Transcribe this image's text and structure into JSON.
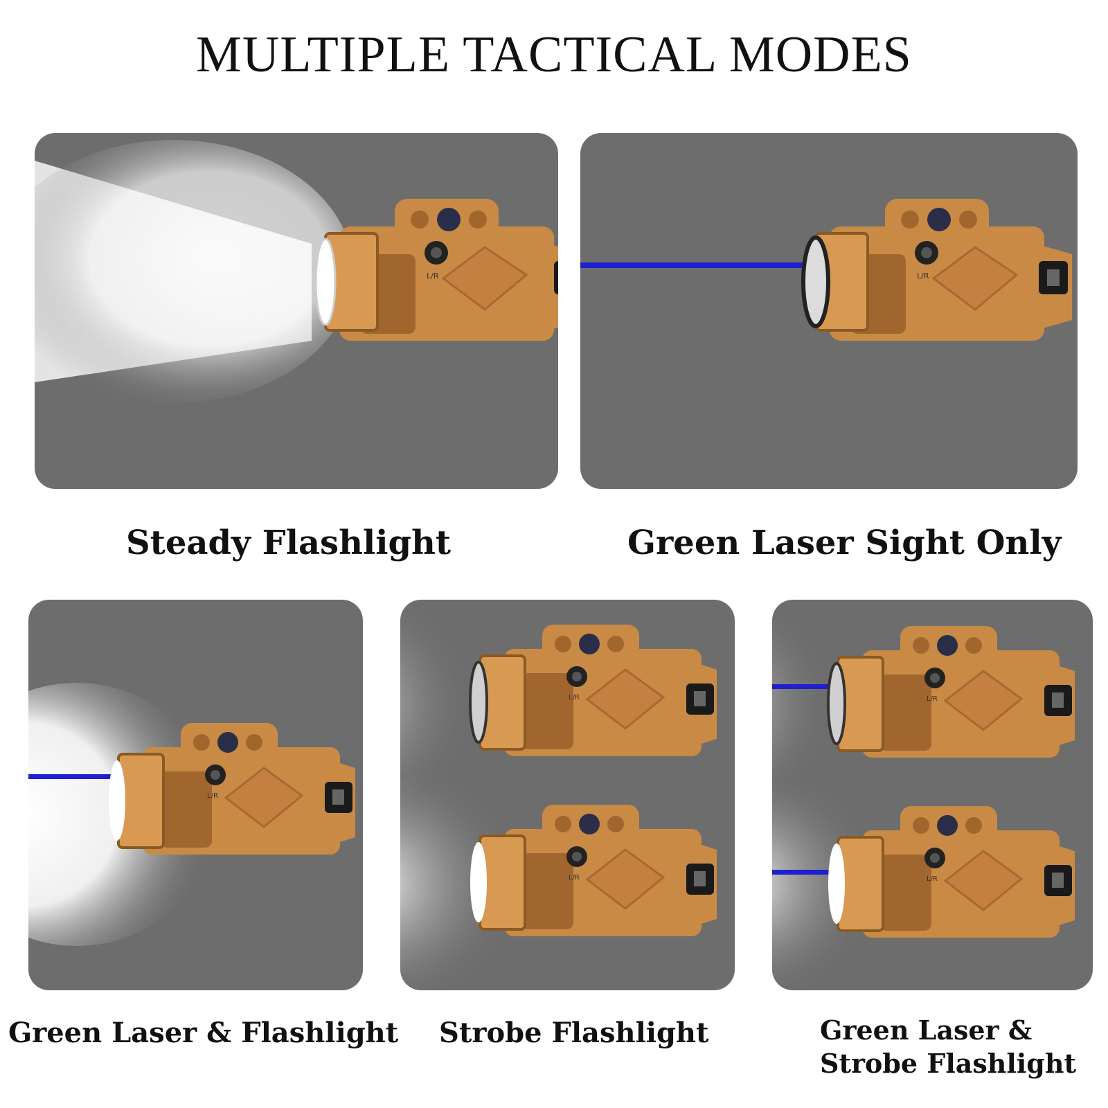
{
  "title": "MULTIPLE TACTICAL MODES",
  "colors": {
    "panel_bg": "#6d6d6d",
    "device_body": "#c98a45",
    "laser_beam": "#1f1fd0",
    "light_beam": "#ffffff"
  },
  "device": {
    "switch_label": "L/R"
  },
  "modes": [
    {
      "caption": "Steady Flashlight",
      "light": "steady",
      "laser": false
    },
    {
      "caption": "Green Laser Sight Only",
      "light": "off",
      "laser": true
    },
    {
      "caption": "Green Laser & Flashlight",
      "light": "steady",
      "laser": true
    },
    {
      "caption": "Strobe Flashlight",
      "light": "strobe",
      "laser": false
    },
    {
      "caption_lines": [
        "Green Laser &",
        "Strobe Flashlight"
      ],
      "light": "strobe",
      "laser": true
    }
  ]
}
